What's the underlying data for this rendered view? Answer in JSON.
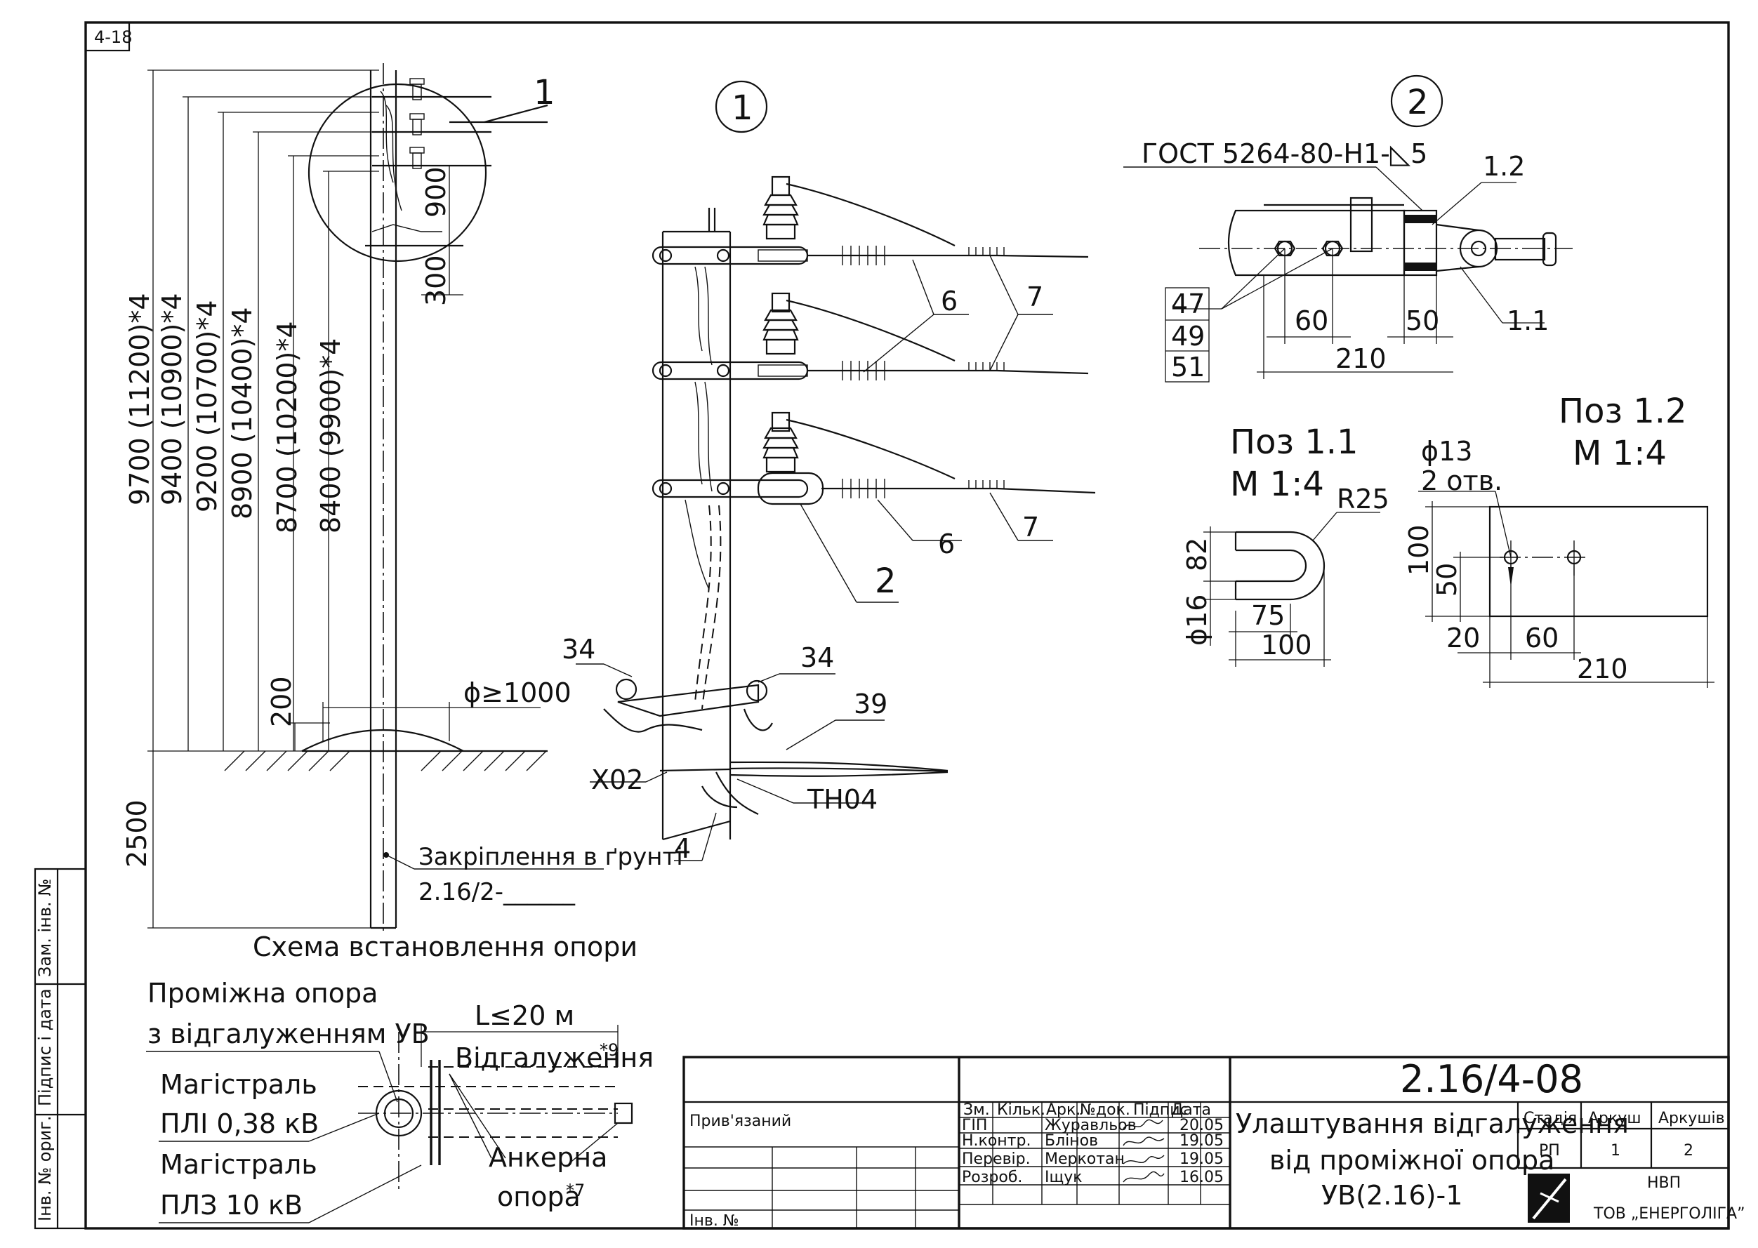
{
  "sheet": {
    "corner_code": "4-18"
  },
  "side_stamp": {
    "cells": [
      "Зам. інв. №",
      "Підпис і дата",
      "Інв. № ориг."
    ]
  },
  "scheme": {
    "heights": [
      "9700 (11200)*4",
      "9400 (10900)*4",
      "9200 (10700)*4",
      "8900 (10400)*4",
      "8700 (10200)*4",
      "8400 (9900)*4"
    ],
    "dim_900": "900",
    "dim_300": "300",
    "dim_200": "200",
    "dim_2500": "2500",
    "diameter": "ϕ≥1000",
    "callout_1": "1",
    "fixing_label": "Закріплення в ґрунті",
    "fixing_ref": "2.16/2-______",
    "caption": "Схема встановлення опори"
  },
  "view1": {
    "marker": "1",
    "labels": {
      "p6a": "6",
      "p7a": "7",
      "p6b": "6",
      "p7b": "7",
      "p2": "2",
      "p34a": "34",
      "p34b": "34",
      "p39": "39",
      "x02": "X02",
      "th04": "TH04",
      "p4": "4"
    }
  },
  "view2": {
    "marker": "2",
    "gost": "ГОСТ 5264-80-Н1-◺5",
    "p12": "1.2",
    "p11": "1.1",
    "p47": "47",
    "p49": "49",
    "p51": "51",
    "d60": "60",
    "d50": "50",
    "d210": "210"
  },
  "pos11": {
    "title": "Поз 1.1",
    "scale": "М 1:4",
    "r25": "R25",
    "d82": "82",
    "d16": "ϕ16",
    "d75": "75",
    "d100": "100"
  },
  "pos12": {
    "title": "Поз 1.2",
    "scale": "М 1:4",
    "d13": "ϕ13",
    "holes": "2 отв.",
    "d100": "100",
    "d50": "50",
    "d20": "20",
    "d60": "60",
    "d210": "210"
  },
  "plan": {
    "label_support_1": "Проміжна опора",
    "label_support_2": "з відгалуженням УВ",
    "label_main1_1": "Магістраль",
    "label_main1_2": "ПЛІ 0,38 кВ",
    "label_main2_1": "Магістраль",
    "label_main2_2": "ПЛЗ 10 кВ",
    "length": "L≤20 м",
    "branch": "Відгалуження",
    "branch_note": "*9",
    "anchor_1": "Анкерна",
    "anchor_2": "опора",
    "anchor_note": "*7"
  },
  "titleblock": {
    "code": "2.16/4-08",
    "linked": "Прив'язаний",
    "inv": "Інв. №",
    "headers": [
      "Зм.",
      "Кільк.",
      "Арк.",
      "№док.",
      "Підпис",
      "Дата"
    ],
    "rows": [
      {
        "role": "ГІП",
        "name": "Журавльов",
        "date": "20.05"
      },
      {
        "role": "Н.контр.",
        "name": "Блінов",
        "date": "19.05"
      },
      {
        "role": "Перевір.",
        "name": "Меркотан",
        "date": "19.05"
      },
      {
        "role": "Розроб.",
        "name": "Іщук",
        "date": "16.05"
      }
    ],
    "title_1": "Улаштування відгалуження",
    "title_2": "від проміжної опора",
    "title_3": "УВ(2.16)-1",
    "stage_h": "Стадія",
    "sheet_h": "Аркуш",
    "sheets_h": "Аркушів",
    "stage": "РП",
    "sheet": "1",
    "sheets": "2",
    "org_1": "НВП",
    "org_2": "ТОВ „ЕНЕРГОЛІГА”"
  }
}
